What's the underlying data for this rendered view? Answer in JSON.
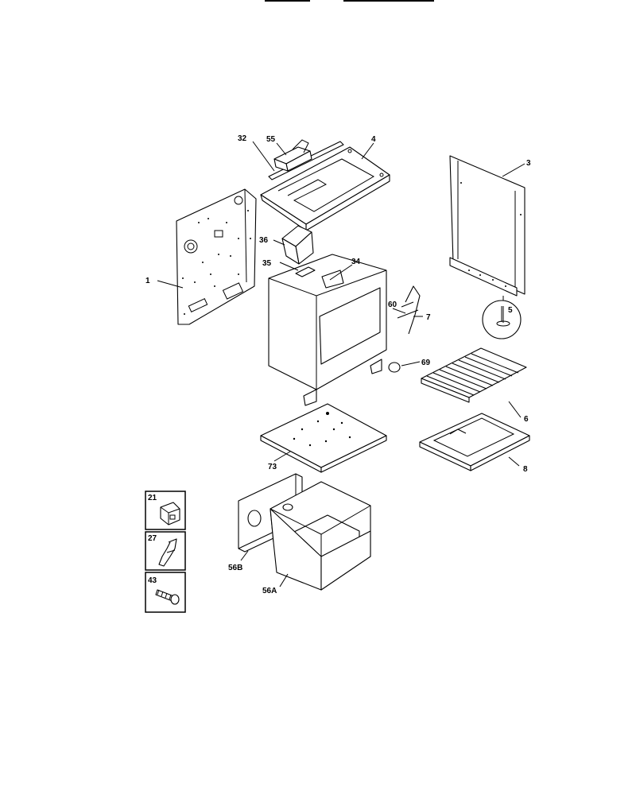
{
  "diagram": {
    "callouts": {
      "c1": "1",
      "c3": "3",
      "c4": "4",
      "c5": "5",
      "c6": "6",
      "c7": "7",
      "c8": "8",
      "c21": "21",
      "c27": "27",
      "c32": "32",
      "c34": "34",
      "c35": "35",
      "c36": "36",
      "c43": "43",
      "c55": "55",
      "c56a": "56A",
      "c56b": "56B",
      "c60": "60",
      "c69": "69",
      "c73": "73"
    }
  }
}
